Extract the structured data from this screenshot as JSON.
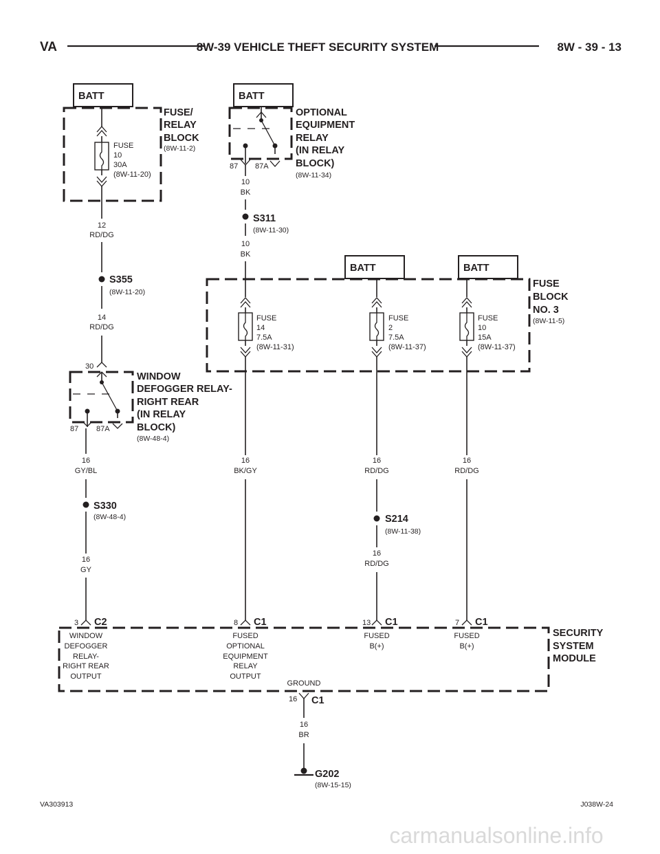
{
  "header": {
    "left": "VA",
    "title": "8W-39 VEHICLE THEFT SECURITY SYSTEM",
    "page": "8W - 39 - 13"
  },
  "footer": {
    "left": "VA303913",
    "right": "J038W-24"
  },
  "batt_label": "BATT",
  "fuse_relay_block": {
    "title_lines": [
      "FUSE/",
      "RELAY",
      "BLOCK"
    ],
    "ref": "(8W-11-2)",
    "fuse": [
      "FUSE",
      "10",
      "30A",
      "(8W-11-20)"
    ]
  },
  "optional_relay": {
    "title_lines": [
      "OPTIONAL",
      "EQUIPMENT",
      "RELAY",
      "(IN RELAY",
      "BLOCK)"
    ],
    "ref": "(8W-11-34)",
    "pin87": "87",
    "pin87a": "87A"
  },
  "wires": {
    "w_12_rddg": [
      "12",
      "RD/DG"
    ],
    "w_14_rddg": [
      "14",
      "RD/DG"
    ],
    "w_10_bk_a": [
      "10",
      "BK"
    ],
    "w_10_bk_b": [
      "10",
      "BK"
    ],
    "w_16_gybl": [
      "16",
      "GY/BL"
    ],
    "w_16_gy": [
      "16",
      "GY"
    ],
    "w_16_bkgy": [
      "16",
      "BK/GY"
    ],
    "w_16_rddg_a": [
      "16",
      "RD/DG"
    ],
    "w_16_rddg_b": [
      "16",
      "RD/DG"
    ],
    "w_16_rddg_c": [
      "16",
      "RD/DG"
    ],
    "w_16_br": [
      "16",
      "BR"
    ]
  },
  "splices": {
    "s355": {
      "id": "S355",
      "ref": "(8W-11-20)"
    },
    "s311": {
      "id": "S311",
      "ref": "(8W-11-30)"
    },
    "s330": {
      "id": "S330",
      "ref": "(8W-48-4)"
    },
    "s214": {
      "id": "S214",
      "ref": "(8W-11-38)"
    }
  },
  "fuse_block_3": {
    "title_lines": [
      "FUSE",
      "BLOCK",
      "NO. 3"
    ],
    "ref": "(8W-11-5)",
    "fuses": [
      [
        "FUSE",
        "14",
        "7.5A",
        "(8W-11-31)"
      ],
      [
        "FUSE",
        "2",
        "7.5A",
        "(8W-11-37)"
      ],
      [
        "FUSE",
        "10",
        "15A",
        "(8W-11-37)"
      ]
    ]
  },
  "defogger_relay": {
    "title_lines": [
      "WINDOW",
      "DEFOGGER RELAY-",
      "RIGHT REAR",
      "(IN RELAY",
      "BLOCK)"
    ],
    "ref": "(8W-48-4)",
    "pin30": "30",
    "pin87": "87",
    "pin87a": "87A"
  },
  "module": {
    "title_lines": [
      "SECURITY",
      "SYSTEM",
      "MODULE"
    ],
    "pins": [
      {
        "num": "3",
        "conn": "C2",
        "lines": [
          "WINDOW",
          "DEFOGGER",
          "RELAY-",
          "RIGHT REAR",
          "OUTPUT"
        ]
      },
      {
        "num": "8",
        "conn": "C1",
        "lines": [
          "FUSED",
          "OPTIONAL",
          "EQUIPMENT",
          "RELAY",
          "OUTPUT"
        ]
      },
      {
        "num": "13",
        "conn": "C1",
        "lines": [
          "FUSED",
          "B(+)"
        ]
      },
      {
        "num": "7",
        "conn": "C1",
        "lines": [
          "FUSED",
          "B(+)"
        ]
      }
    ],
    "ground_label": "GROUND",
    "ground_pin": "16",
    "ground_conn": "C1"
  },
  "ground": {
    "id": "G202",
    "ref": "(8W-15-15)"
  },
  "watermark": "carmanualsonline.info"
}
